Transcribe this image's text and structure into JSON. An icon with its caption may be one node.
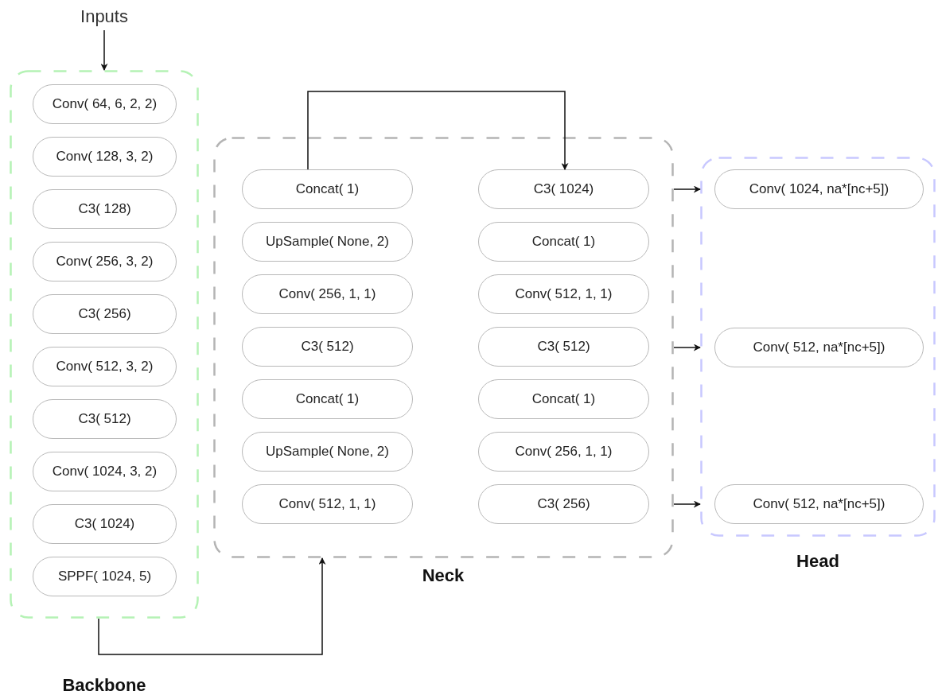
{
  "diagram": {
    "nodes": [
      {
        "text": [
          "Inputs"
        ]
      },
      {
        "text": [
          "Backbone"
        ]
      },
      {
        "text": [
          "Conv( 64, 6, 2, 2)"
        ],
        "in": 1
      },
      {
        "text": [
          "Conv( 128, 3, 2)"
        ],
        "in": 1
      },
      {
        "text": [
          "C3( 128)"
        ],
        "in": 1
      },
      {
        "text": [
          "Conv( 256, 3, 2)"
        ],
        "in": 1
      },
      {
        "text": [
          "C3( 256)"
        ],
        "in": 1
      },
      {
        "text": [
          "Conv( 512, 3, 2)"
        ],
        "in": 1
      },
      {
        "text": [
          "C3( 512)"
        ],
        "in": 1
      },
      {
        "text": [
          "Conv( 1024, 3, 2)"
        ],
        "in": 1
      },
      {
        "text": [
          "C3( 1024)"
        ],
        "in": 1
      },
      {
        "text": [
          "SPPF( 1024, 5)"
        ],
        "in": 1
      },
      {
        "text": [
          "Neck"
        ]
      },
      {
        "text": [
          "Concat( 1)"
        ],
        "in": 12
      },
      {
        "text": [
          "UpSample( None, 2)"
        ],
        "in": 12
      },
      {
        "text": [
          "Conv( 256, 1, 1)"
        ],
        "in": 12
      },
      {
        "text": [
          "C3( 512)"
        ],
        "in": 12
      },
      {
        "text": [
          "Concat( 1)"
        ],
        "in": 12
      },
      {
        "text": [
          "UpSample( None, 2)"
        ],
        "in": 12
      },
      {
        "text": [
          "Conv( 512, 1, 1)"
        ],
        "in": 12
      },
      {
        "text": [
          "C3( 1024)"
        ],
        "in": 12
      },
      {
        "text": [
          "Concat( 1)"
        ],
        "in": 12
      },
      {
        "text": [
          "Conv( 512, 1, 1)"
        ],
        "in": 12
      },
      {
        "text": [
          "C3( 512)"
        ],
        "in": 12
      },
      {
        "text": [
          "Concat( 1)"
        ],
        "in": 12
      },
      {
        "text": [
          "Conv( 256, 1, 1)"
        ],
        "in": 12
      },
      {
        "text": [
          "C3( 256)"
        ],
        "in": 12
      },
      {
        "text": [
          "Head"
        ]
      },
      {
        "text": [
          "Conv( 1024, na*[nc+5])"
        ],
        "in": 27
      },
      {
        "text": [
          "Conv( 512, na*[nc+5])"
        ],
        "in": 27
      },
      {
        "text": [
          "Conv( 512, na*[nc+5])"
        ],
        "in": 27
      }
    ],
    "edges": [
      {
        "from": 0,
        "to": 1,
        "arrow": "to"
      },
      {
        "from": 1,
        "to": 12,
        "arrow": "to"
      },
      {
        "from": 13,
        "to": 20,
        "arrow": "to"
      },
      {
        "from": 12,
        "to": 27,
        "arrow": "to"
      },
      {
        "from": 12,
        "to": 27,
        "arrow": "to"
      },
      {
        "from": 12,
        "to": 27,
        "arrow": "to"
      }
    ]
  }
}
